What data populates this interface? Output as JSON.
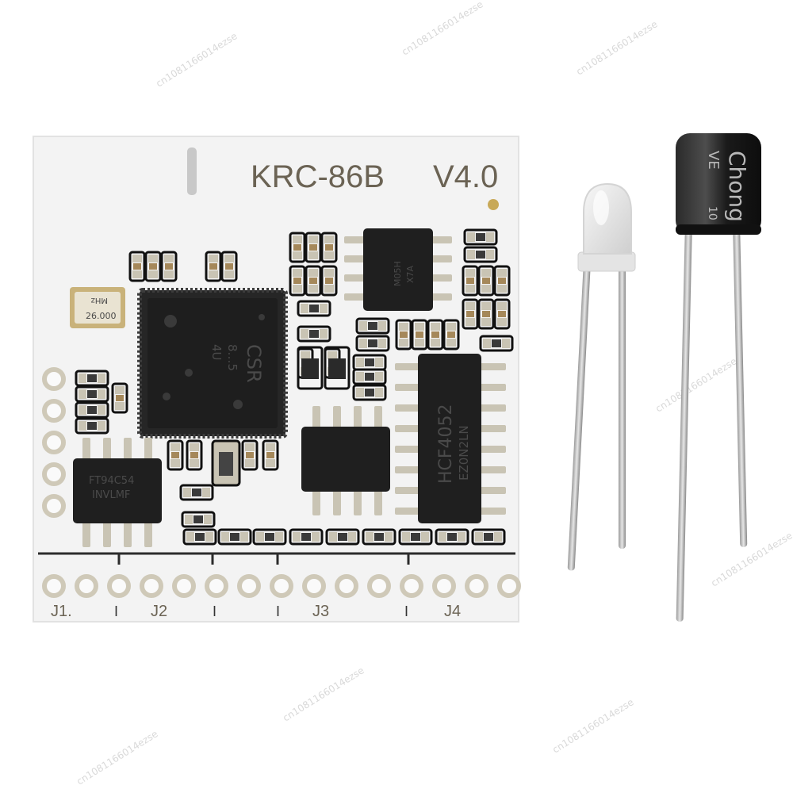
{
  "board": {
    "title": "KRC-86B",
    "version": "V4.0",
    "header_labels": [
      "J1.",
      "J2",
      "J3",
      "J4"
    ]
  },
  "chips": {
    "main_soc": "CSR",
    "main_soc_line2": "8…5",
    "main_soc_line3": "4U",
    "mux": "HCF4052",
    "mux_line2": "EZ0N2LN",
    "amp_left": "FT94C54",
    "amp_left_line2": "INVLMF",
    "amp_top": "M05H",
    "amp_top_line2": "X7A",
    "crystal": "26.000",
    "crystal_unit": "MHz"
  },
  "components": {
    "capacitor_brand": "Chong",
    "capacitor_marking": "VE",
    "capacitor_value": "10"
  },
  "watermark": "cn1081166014ezse",
  "colors": {
    "pcb": "#f4f4f4",
    "silk": "#6b6354",
    "chip": "#1f1f1f",
    "pad": "#c9c4b4",
    "capacitor_body": "#1b1b1b"
  }
}
